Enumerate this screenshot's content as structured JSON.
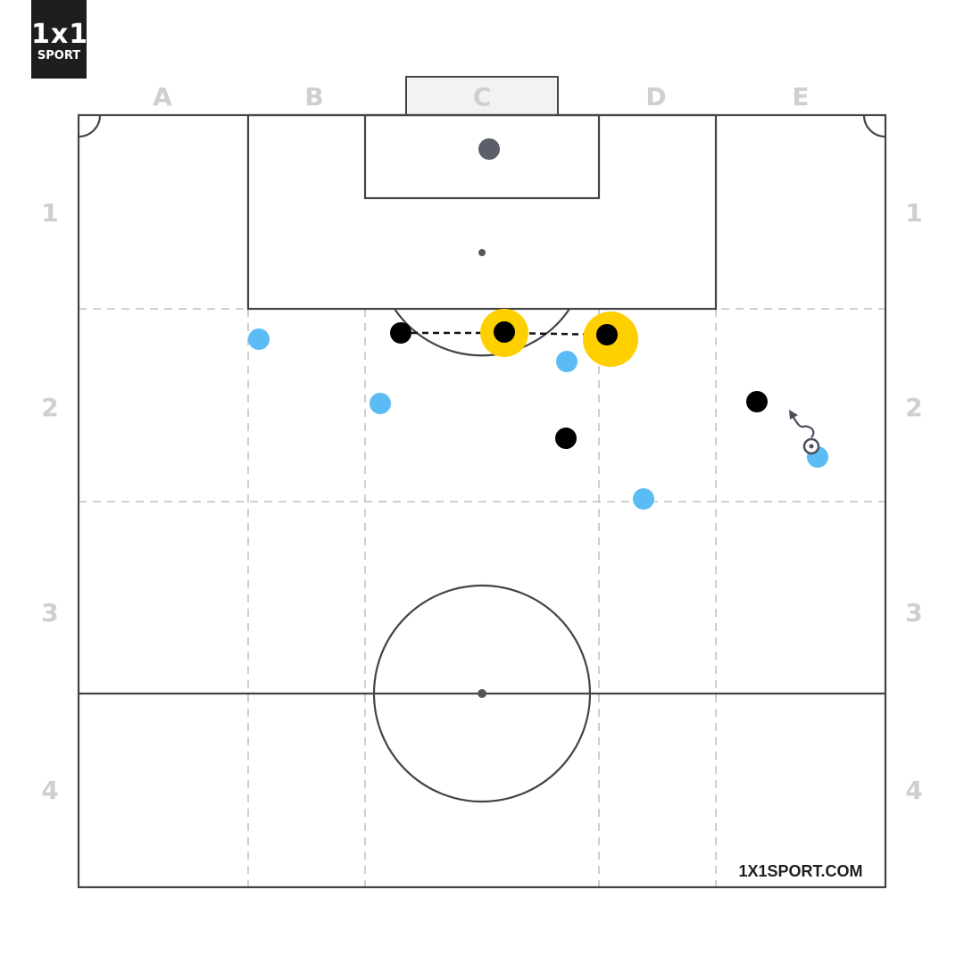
{
  "logo": {
    "top": "1x1",
    "bottom": "SPORT"
  },
  "columns": [
    "A",
    "B",
    "C",
    "D",
    "E"
  ],
  "rows": [
    "1",
    "2",
    "3",
    "4"
  ],
  "watermark": "1X1SPORT.COM",
  "colors": {
    "attacker": "#000000",
    "defender": "#5bbcf5",
    "highlight": "#ffd000",
    "goalkeeper": "#5a5f6a",
    "pitch_line": "#444444",
    "grid_line": "#b5b5b5",
    "label": "#cfcfcf"
  },
  "players": [
    {
      "id": "black-player-1",
      "team": "black",
      "highlight": false
    },
    {
      "id": "black-player-2",
      "team": "black",
      "highlight": true
    },
    {
      "id": "black-player-3",
      "team": "black",
      "highlight": true
    },
    {
      "id": "black-player-4",
      "team": "black",
      "highlight": false
    },
    {
      "id": "black-player-5",
      "team": "black",
      "highlight": false
    },
    {
      "id": "blue-player-1",
      "team": "blue",
      "highlight": false
    },
    {
      "id": "blue-player-2",
      "team": "blue",
      "highlight": false
    },
    {
      "id": "blue-player-3",
      "team": "blue",
      "highlight": false
    },
    {
      "id": "blue-player-4",
      "team": "blue",
      "highlight": false
    },
    {
      "id": "blue-player-5",
      "team": "blue",
      "highlight": false
    },
    {
      "id": "goalkeeper",
      "team": "goalkeeper",
      "highlight": false
    }
  ],
  "icons": [
    "ball-icon",
    "dribble-arrow-icon"
  ]
}
